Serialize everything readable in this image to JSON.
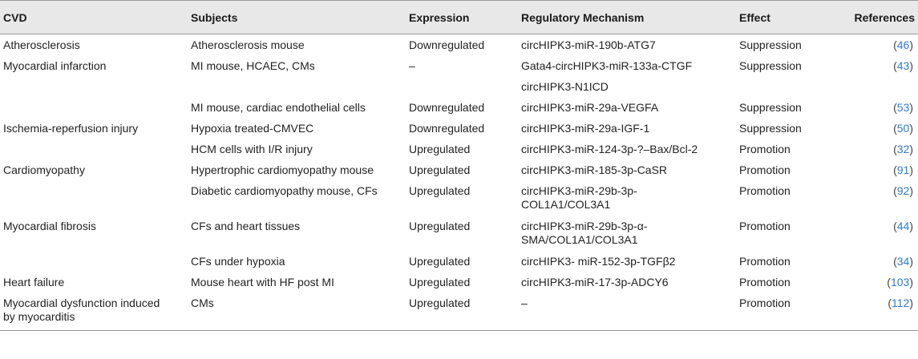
{
  "headers": [
    "CVD",
    "Subjects",
    "Expression",
    "Regulatory Mechanism",
    "Effect",
    "References"
  ],
  "rows": [
    {
      "cvd": "Atherosclerosis",
      "subjects": "Atherosclerosis mouse",
      "expression": "Downregulated",
      "mechanism": "circHIPK3-miR-190b-ATG7",
      "effect": "Suppression",
      "ref": "46"
    },
    {
      "cvd": "Myocardial infarction",
      "subjects": "MI mouse, HCAEC, CMs",
      "expression": "–",
      "mechanism": "Gata4-circHIPK3-miR-133a-CTGF",
      "effect": "Suppression",
      "ref": "43"
    },
    {
      "cvd": "",
      "subjects": "",
      "expression": "",
      "mechanism": "circHIPK3-N1ICD",
      "effect": "",
      "ref": ""
    },
    {
      "cvd": "",
      "subjects": "MI mouse, cardiac endothelial cells",
      "expression": "Downregulated",
      "mechanism": "circHIPK3-miR-29a-VEGFA",
      "effect": "Suppression",
      "ref": "53"
    },
    {
      "cvd": "Ischemia-reperfusion injury",
      "subjects": "Hypoxia treated-CMVEC",
      "expression": "Downregulated",
      "mechanism": "circHIPK3-miR-29a-IGF-1",
      "effect": "Suppression",
      "ref": "50"
    },
    {
      "cvd": "",
      "subjects": "HCM cells with I/R injury",
      "expression": "Upregulated",
      "mechanism": "circHIPK3-miR-124-3p-?–Bax/Bcl-2",
      "effect": "Promotion",
      "ref": "32"
    },
    {
      "cvd": "Cardiomyopathy",
      "subjects": "Hypertrophic cardiomyopathy mouse",
      "expression": "Upregulated",
      "mechanism": "circHIPK3-miR-185-3p-CaSR",
      "effect": "Promotion",
      "ref": "91"
    },
    {
      "cvd": "",
      "subjects": "Diabetic cardiomyopathy mouse, CFs",
      "expression": "Upregulated",
      "mechanism": "circHIPK3-miR-29b-3p-\nCOL1A1/COL3A1",
      "effect": "Promotion",
      "ref": "92"
    },
    {
      "cvd": "Myocardial fibrosis",
      "subjects": "CFs and heart tissues",
      "expression": "Upregulated",
      "mechanism": "circHIPK3-miR-29b-3p-α-\nSMA/COL1A1/COL3A1",
      "effect": "Promotion",
      "ref": "44"
    },
    {
      "cvd": "",
      "subjects": "CFs under hypoxia",
      "expression": "Upregulated",
      "mechanism": "circHIPK3- miR-152-3p-TGFβ2",
      "effect": "Promotion",
      "ref": "34"
    },
    {
      "cvd": "Heart failure",
      "subjects": "Mouse heart with HF post MI",
      "expression": "Upregulated",
      "mechanism": "circHIPK3-miR-17-3p-ADCY6",
      "effect": "Promotion",
      "ref": "103"
    },
    {
      "cvd": "Myocardial dysfunction induced\nby myocarditis",
      "subjects": "CMs",
      "expression": "Upregulated",
      "mechanism": "–",
      "effect": "Promotion",
      "ref": "112"
    }
  ]
}
